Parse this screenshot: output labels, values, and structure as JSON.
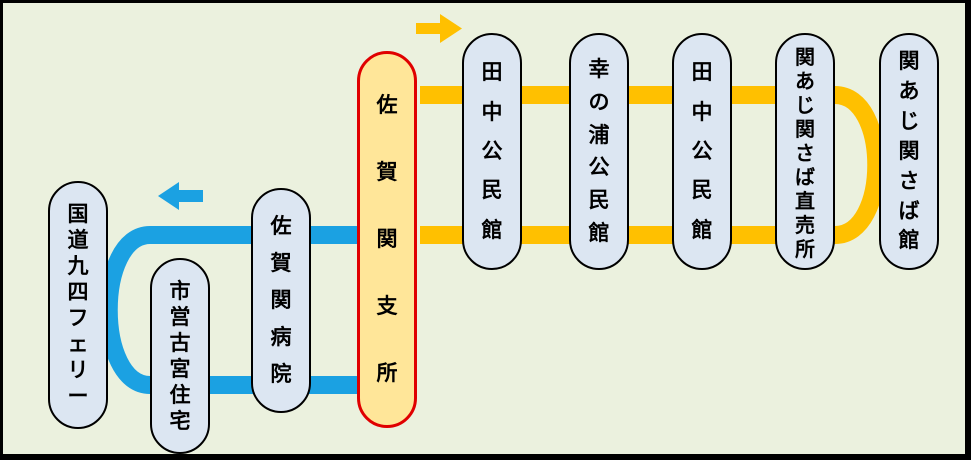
{
  "stations": [
    {
      "id": "kokudo-kyushi-ferry",
      "name": "国道九四フェリー",
      "line": "blue"
    },
    {
      "id": "shiei-furumiya-jutaku",
      "name": "市営古宮住宅",
      "line": "blue"
    },
    {
      "id": "saganoseki-byoin",
      "name": "佐賀関病院",
      "line": "blue"
    },
    {
      "id": "saganoseki-shisho",
      "name": "佐賀関支所",
      "line": "both",
      "current": true
    },
    {
      "id": "tanaka-kominkan-1",
      "name": "田中公民館",
      "line": "orange"
    },
    {
      "id": "kounoura-kominkan",
      "name": "幸の浦公民館",
      "line": "orange"
    },
    {
      "id": "tanaka-kominkan-2",
      "name": "田中公民館",
      "line": "orange"
    },
    {
      "id": "sekiaji-sekisaba-chokubaisho",
      "name": "関あじ関さば直売所",
      "line": "orange"
    },
    {
      "id": "sekiaji-sekisaba-kan",
      "name": "関あじ関さば館",
      "line": "orange"
    }
  ],
  "colors": {
    "blue": "#1ba1e2",
    "orange": "#ffc000",
    "current_border": "#e00000",
    "current_fill": "#ffe699",
    "stop_fill": "#dce6f2",
    "background": "#ebf1de"
  },
  "arrows": [
    {
      "line": "orange",
      "direction": "right"
    },
    {
      "line": "blue",
      "direction": "left"
    }
  ]
}
